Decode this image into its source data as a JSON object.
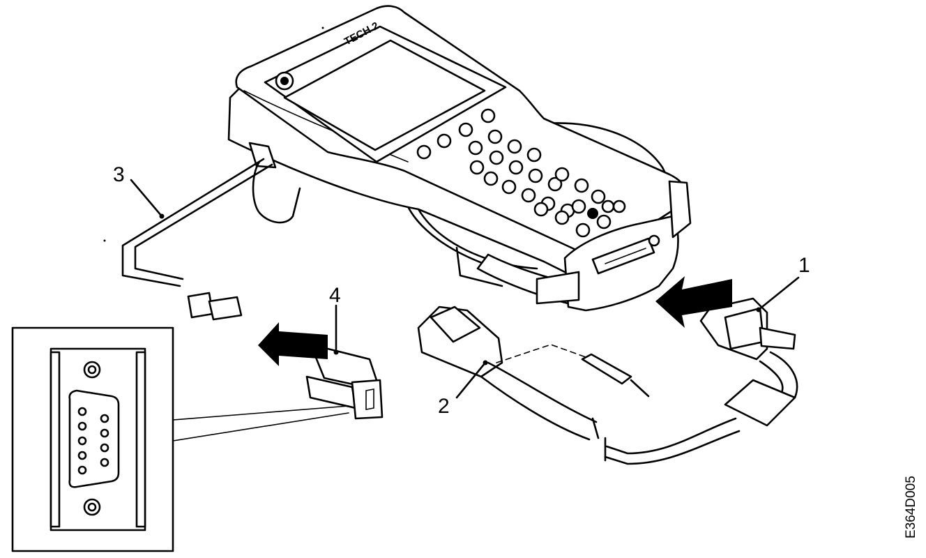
{
  "device": {
    "brand_label": "TECH 2"
  },
  "callouts": {
    "c1": "1",
    "c2": "2",
    "c3": "3",
    "c4": "4"
  },
  "figure": {
    "code": "E364D005"
  },
  "colors": {
    "line": "#000000",
    "background": "#ffffff"
  }
}
